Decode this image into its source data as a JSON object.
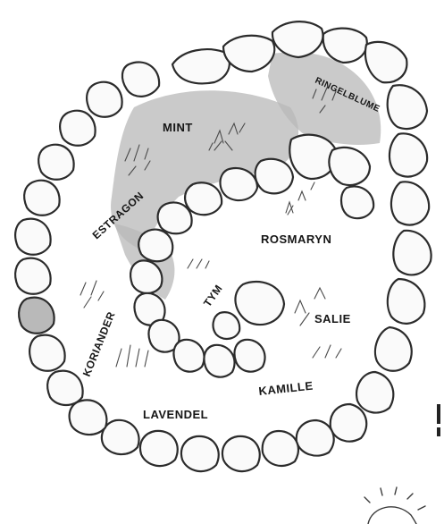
{
  "labels": {
    "mint": "MINT",
    "pink_top": "RINGELBLUME",
    "dragon": "ESTRAGON",
    "rosemary": "ROSMARYN",
    "thyme": "TYM",
    "koriander": "KORIANDER",
    "salvia": "SALIE",
    "chamomile": "KAMILLE",
    "lavender": "LAVENDEL"
  },
  "colors": {
    "stone_fill": "#fafafa",
    "stone_shade": "#b9b9b9",
    "ink": "#2b2b2b"
  },
  "icons": {
    "sun": "sun-icon"
  }
}
